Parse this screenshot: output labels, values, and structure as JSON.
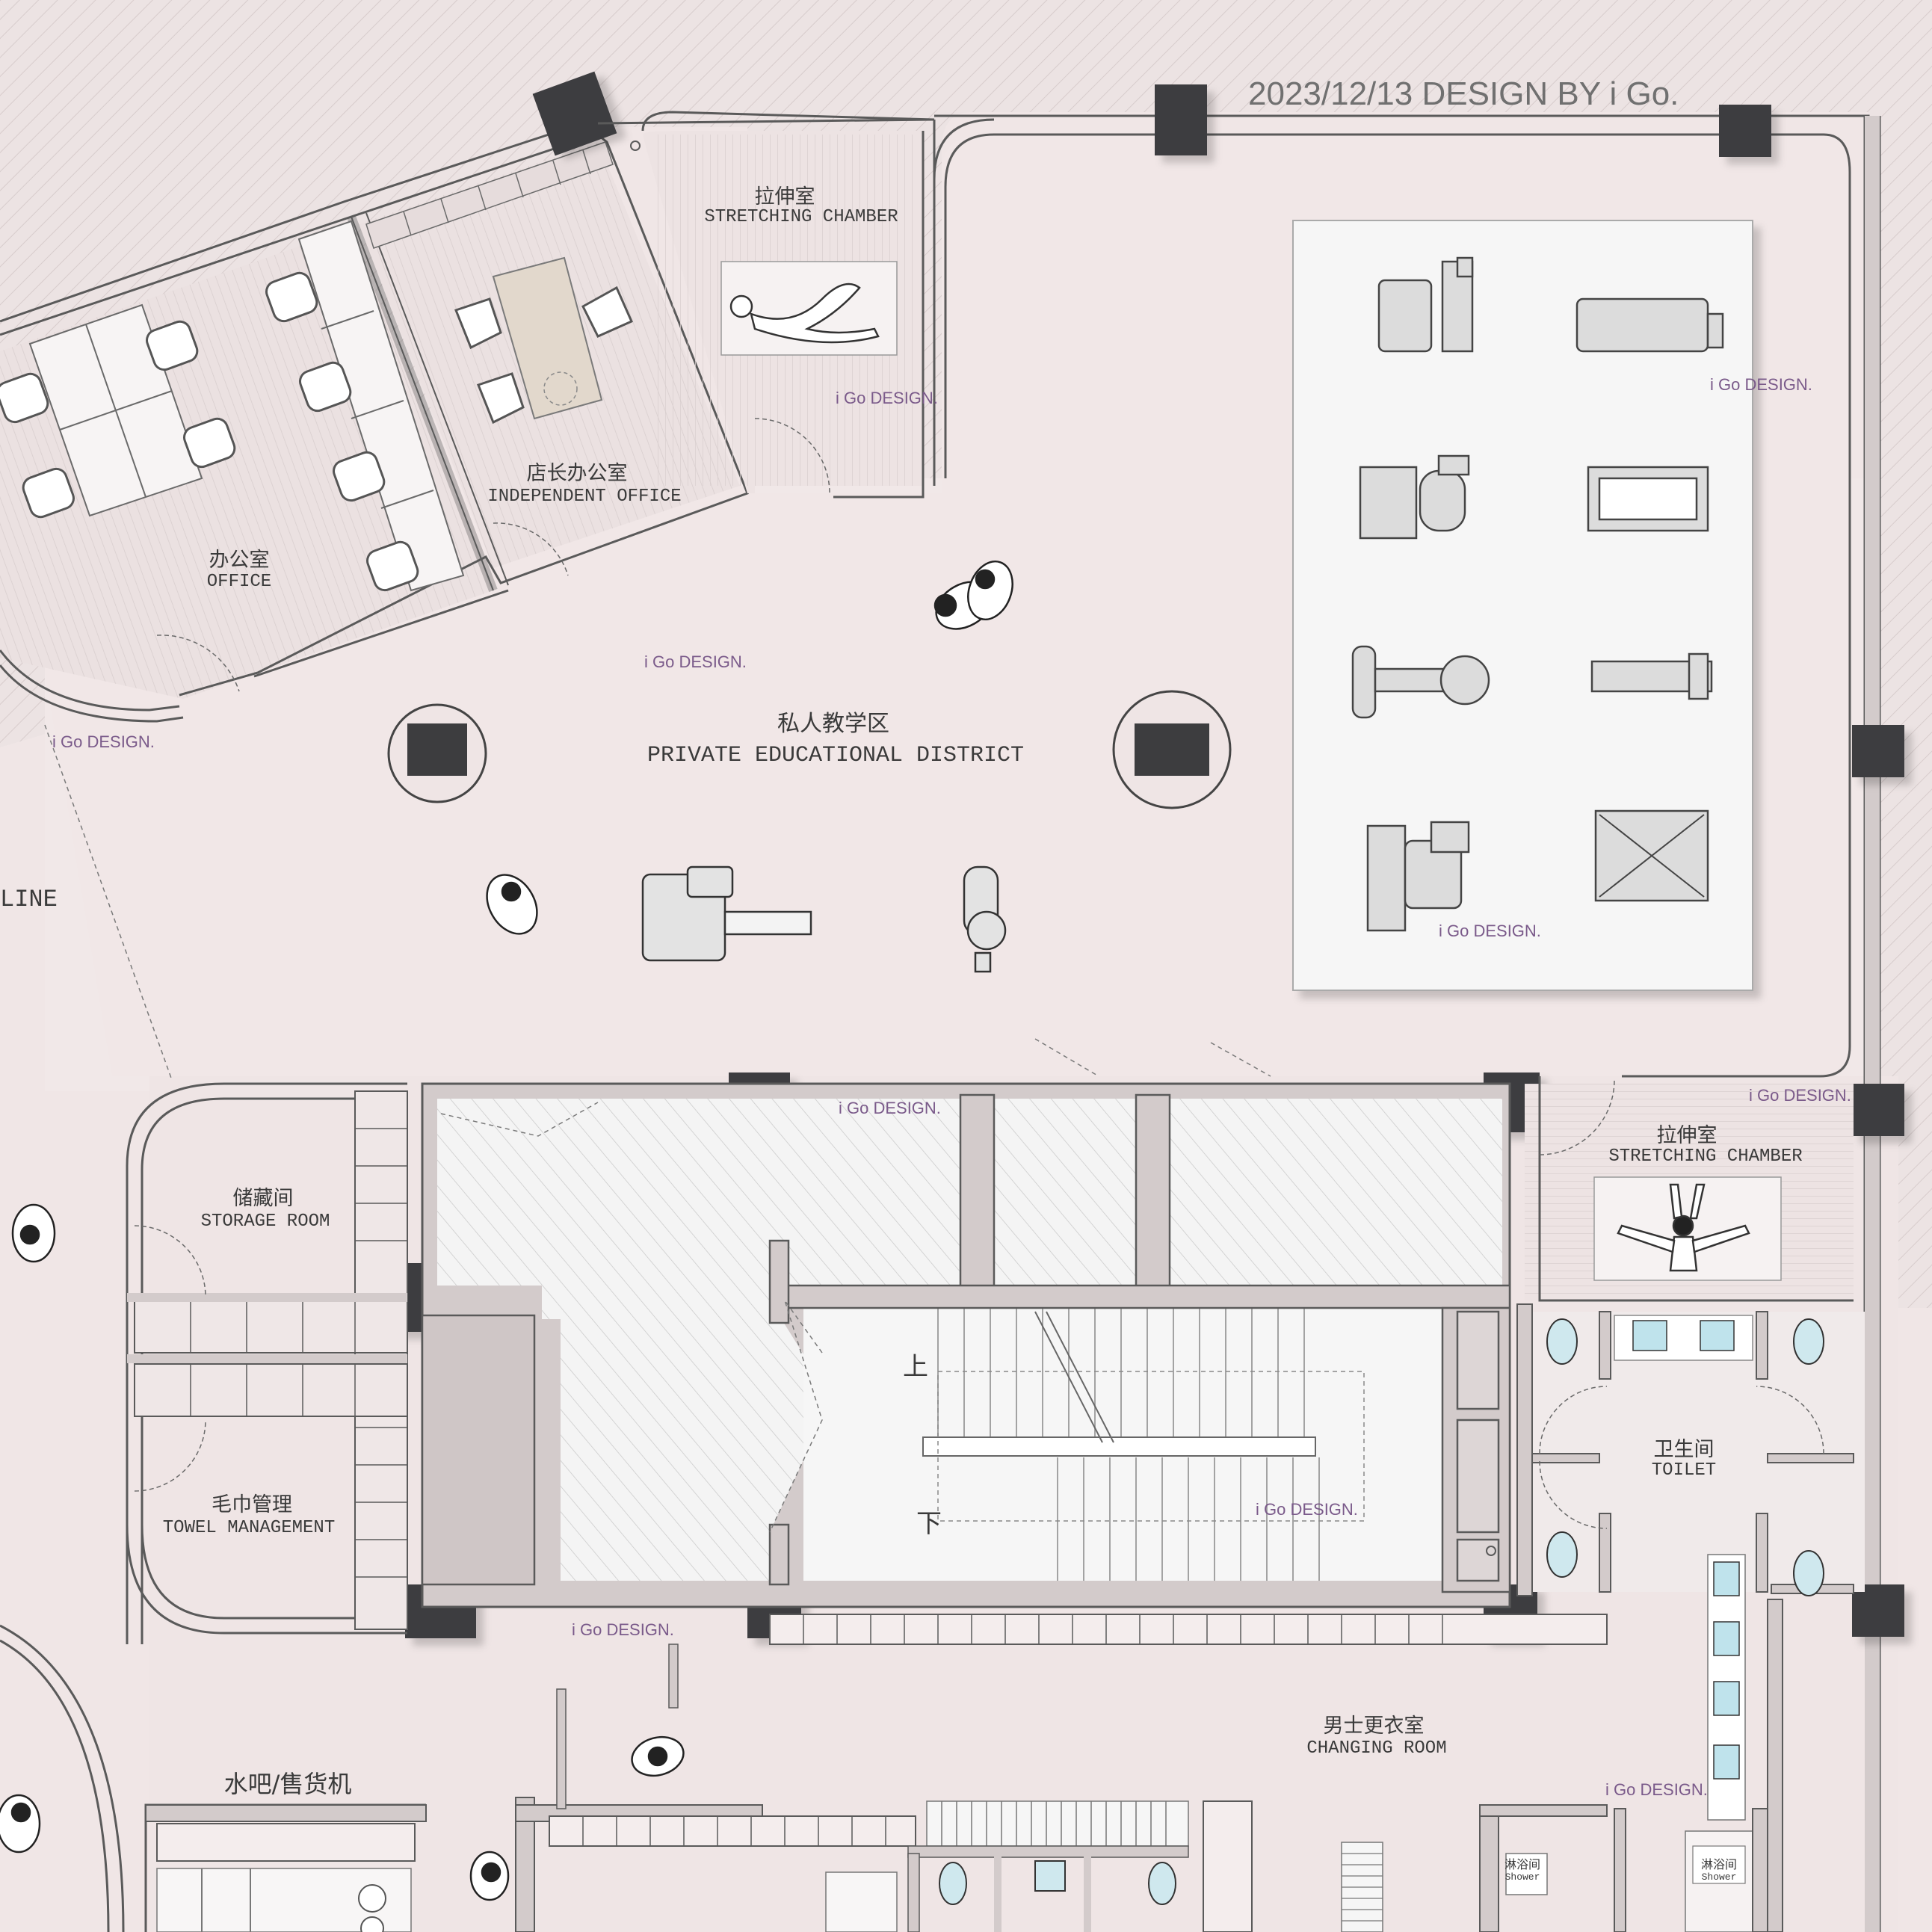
{
  "header": {
    "credit": "2023/12/13 DESIGN BY i Go."
  },
  "watermark": "i Go DESIGN.",
  "edge_label": "LINE",
  "rooms": {
    "stretching_top": {
      "zh": "拉伸室",
      "en": "STRETCHING CHAMBER"
    },
    "independent_office": {
      "zh": "店长办公室",
      "en": "INDEPENDENT OFFICE"
    },
    "office": {
      "zh": "办公室",
      "en": "OFFICE"
    },
    "private_district": {
      "zh": "私人教学区",
      "en": "PRIVATE EDUCATIONAL DISTRICT"
    },
    "stretching_right": {
      "zh": "拉伸室",
      "en": "STRETCHING CHAMBER"
    },
    "storage": {
      "zh": "储藏间",
      "en": "STORAGE ROOM"
    },
    "towel": {
      "zh": "毛巾管理",
      "en": "TOWEL MANAGEMENT"
    },
    "toilet": {
      "zh": "卫生间",
      "en": "TOILET"
    },
    "changing": {
      "zh": "男士更衣室",
      "en": "CHANGING ROOM"
    },
    "water_bar": {
      "zh": "水吧/售货机"
    }
  },
  "stairs": {
    "up": "上",
    "down": "下"
  },
  "shower": {
    "zh": "淋浴间",
    "en": "Shower"
  },
  "colors": {
    "background": "#ece4e4",
    "wall": "#d3cbcb",
    "column": "#3d3d3f",
    "outline": "#5a5a5a",
    "watermark": "#7a5a8a"
  }
}
